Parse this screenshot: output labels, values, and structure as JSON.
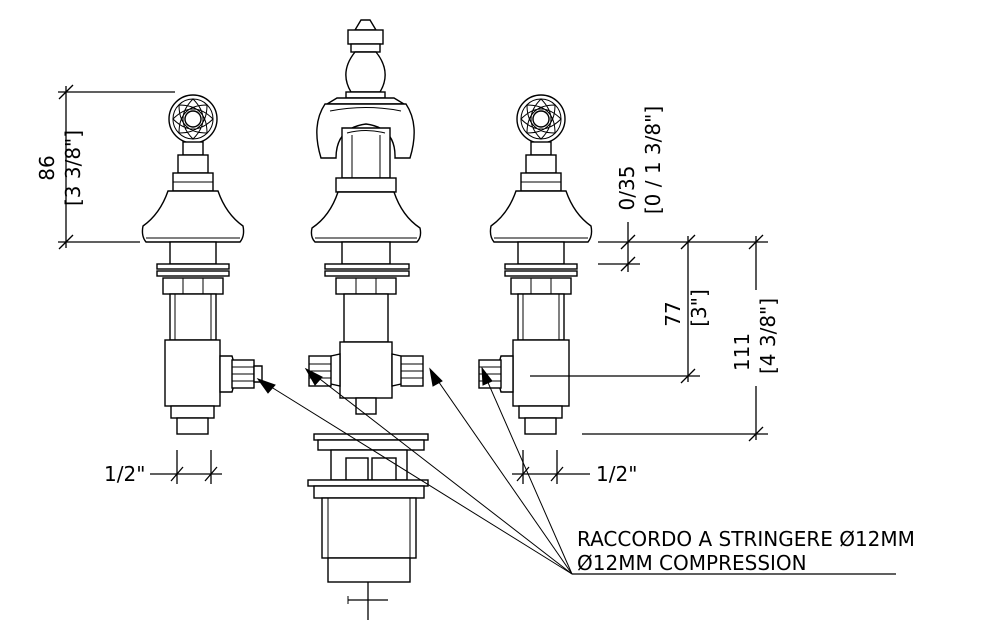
{
  "dimensions": {
    "handle_height_mm": "86",
    "handle_height_in": "[3 3/8\"]",
    "deck_thickness_mm": "0/35",
    "deck_thickness_in": "[0 / 1 3/8\"]",
    "outlet_depth_mm": "77",
    "outlet_depth_in": "[3\"]",
    "total_depth_mm": "111",
    "total_depth_in": "[4 3/8\"]",
    "thread_left": "1/2\"",
    "thread_right": "1/2\""
  },
  "callout": {
    "line1": "RACCORDO A STRINGERE Ø12MM",
    "line2": "Ø12MM COMPRESSION"
  }
}
